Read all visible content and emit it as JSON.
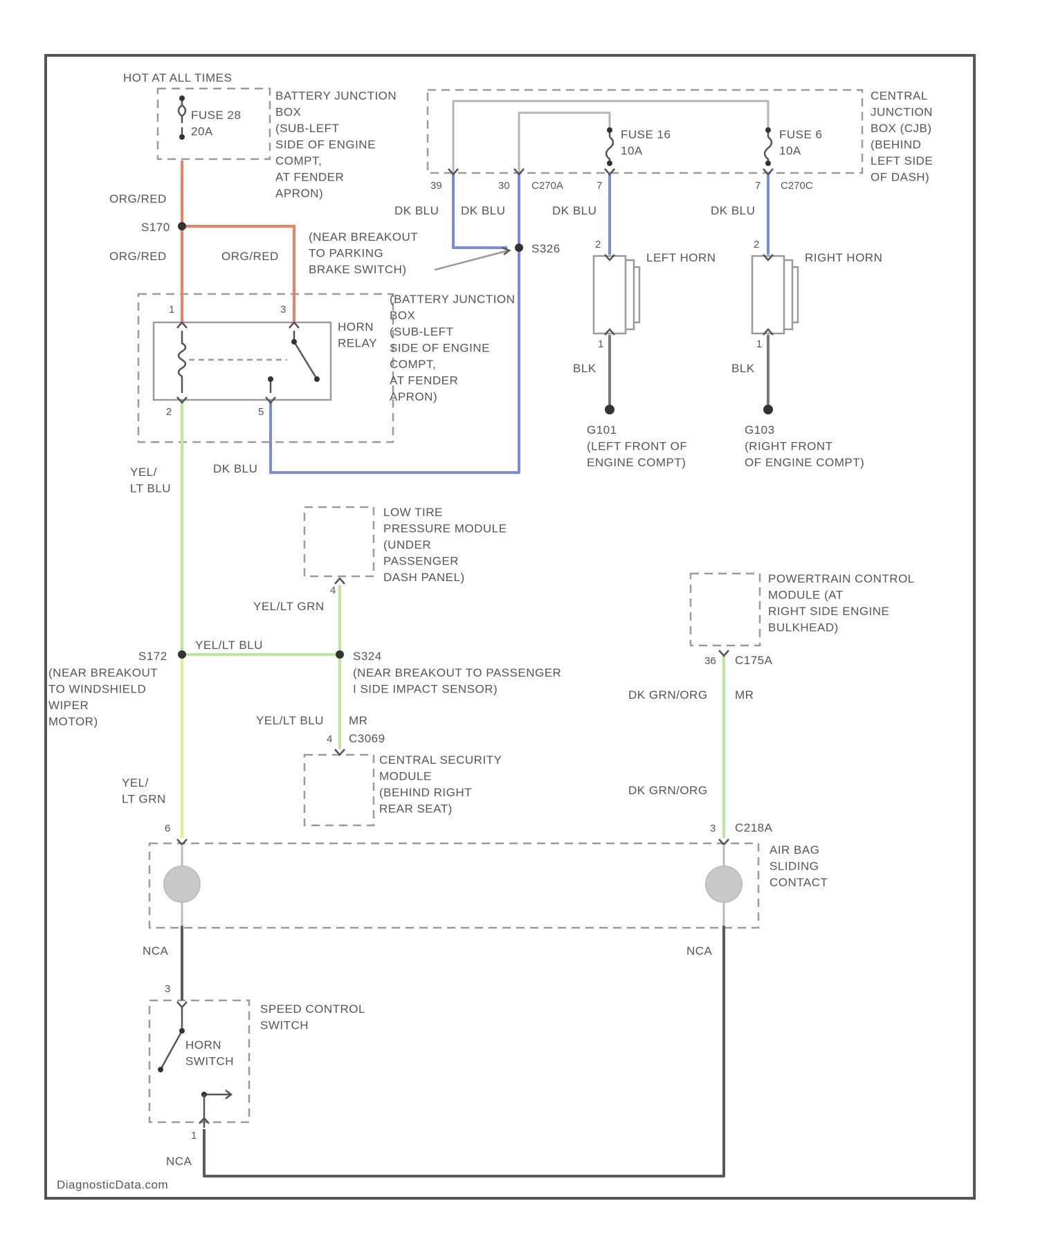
{
  "colors": {
    "org_red": "#f07f63",
    "dk_blu": "#7a8ce0",
    "yel_lt_grn": "#bde69a",
    "gray_wire": "#5a5a5a",
    "box_stroke": "#9a9a9a",
    "text": "#555555"
  },
  "labels": {
    "hot": "HOT AT ALL TIMES",
    "fuse_28": [
      "FUSE 28",
      "20A"
    ],
    "bjb_top": [
      "BATTERY JUNCTION",
      "BOX",
      "(SUB-LEFT",
      "SIDE OF ENGINE",
      "COMPT,",
      "AT FENDER",
      "APRON)"
    ],
    "cjb": [
      "CENTRAL",
      "JUNCTION",
      "BOX (CJB)",
      "(BEHIND",
      "LEFT SIDE",
      "OF DASH)"
    ],
    "fuse_16": [
      "FUSE 16",
      "10A"
    ],
    "fuse_6": [
      "FUSE 6",
      "10A"
    ],
    "org_red_1": "ORG/RED",
    "org_red_2": "ORG/RED",
    "org_red_3": "ORG/RED",
    "s170": "S170",
    "dk_blu_1": "DK BLU",
    "dk_blu_2": "DK BLU",
    "dk_blu_3": "DK BLU",
    "dk_blu_4": "DK BLU",
    "dk_blu_5": "DK BLU",
    "s326_note": [
      "(NEAR BREAKOUT",
      "TO PARKING",
      "BRAKE SWITCH)"
    ],
    "s326": "S326",
    "c270a": "C270A",
    "c270c": "C270C",
    "pin_39": "39",
    "pin_30": "30",
    "pin_7a": "7",
    "pin_7b": "7",
    "left_horn": "LEFT HORN",
    "right_horn": "RIGHT HORN",
    "horn_pin_2a": "2",
    "horn_pin_2b": "2",
    "horn_pin_1a": "1",
    "horn_pin_1b": "1",
    "blk_1": "BLK",
    "blk_2": "BLK",
    "g101": [
      "G101",
      "(LEFT FRONT OF",
      "ENGINE COMPT)"
    ],
    "g103": [
      "G103",
      "(RIGHT FRONT",
      "OF ENGINE COMPT)"
    ],
    "bjb_relay": [
      "(BATTERY JUNCTION",
      "BOX",
      "(SUB-LEFT",
      "SIDE OF ENGINE",
      "COMPT,",
      "AT FENDER",
      "APRON)"
    ],
    "horn_relay": [
      "HORN",
      "RELAY"
    ],
    "relay_pin_1": "1",
    "relay_pin_3": "3",
    "relay_pin_2": "2",
    "relay_pin_5": "5",
    "yel_lt_blu_a": [
      "YEL/",
      "LT BLU"
    ],
    "ltpm": [
      "LOW TIRE",
      "PRESSURE MODULE",
      "(UNDER",
      "PASSENGER",
      "DASH PANEL)"
    ],
    "pin_4_ltpm": "4",
    "yel_lt_grn_top": "YEL/LT GRN",
    "yel_lt_blu_b": "YEL/LT BLU",
    "s172": "S172",
    "s172_note": [
      "(NEAR BREAKOUT",
      "TO WINDSHIELD",
      "WIPER",
      "MOTOR)"
    ],
    "s324": "S324",
    "s324_note": [
      "(NEAR BREAKOUT TO PASSENGER",
      "I SIDE IMPACT SENSOR)"
    ],
    "yel_lt_blu_c": "YEL/LT BLU",
    "mr_1": "MR",
    "pin_4_csm": "4",
    "c3069": "C3069",
    "csm": [
      "CENTRAL SECURITY",
      "MODULE",
      "(BEHIND RIGHT",
      "REAR SEAT)"
    ],
    "yel_lt_grn_v": [
      "YEL/",
      "LT GRN"
    ],
    "pin_6": "6",
    "pcm": [
      "POWERTRAIN CONTROL",
      "MODULE (AT",
      "RIGHT SIDE ENGINE",
      "BULKHEAD)"
    ],
    "pin_36": "36",
    "c175a": "C175A",
    "dk_grn_org_1": "DK GRN/ORG",
    "mr_2": "MR",
    "dk_grn_org_2": "DK GRN/ORG",
    "pin_3": "3",
    "c218a": "C218A",
    "air_bag": [
      "AIR BAG",
      "SLIDING",
      "CONTACT"
    ],
    "nca_1": "NCA",
    "nca_2": "NCA",
    "nca_3": "NCA",
    "pin_scs_3": "3",
    "pin_scs_1": "1",
    "scs": [
      "SPEED CONTROL",
      "SWITCH"
    ],
    "horn_switch": [
      "HORN",
      "SWITCH"
    ],
    "watermark": "DiagnosticData.com"
  }
}
